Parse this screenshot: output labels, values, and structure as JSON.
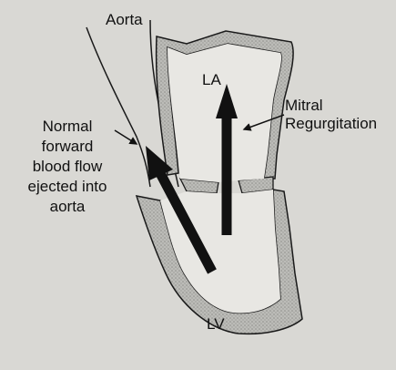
{
  "labels": {
    "aorta": "Aorta",
    "left_atrium": "LA",
    "left_ventricle": "LV",
    "mitral_line1": "Mitral",
    "mitral_line2": "Regurgitation",
    "normal_flow_lines": [
      "Normal",
      "forward",
      "blood flow",
      "ejected into",
      "aorta"
    ]
  },
  "colors": {
    "background": "#d9d8d4",
    "heart_wall_fill": "#a9a9a6",
    "outline": "#1a1a1a",
    "arrow": "#111111"
  }
}
